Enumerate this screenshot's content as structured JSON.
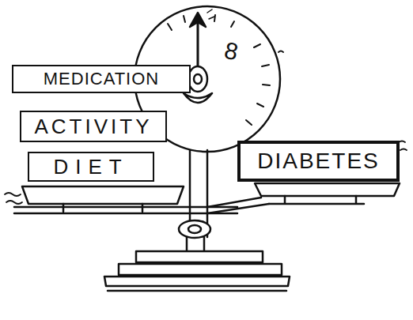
{
  "diagram": {
    "nodes": [
      {
        "text": [
          "MEDICATION"
        ]
      },
      {
        "text": [
          "ACTIVITY"
        ]
      },
      {
        "text": [
          "DIET"
        ]
      },
      {
        "text": [
          "DIABETES"
        ]
      }
    ],
    "labels": [
      "8"
    ]
  }
}
